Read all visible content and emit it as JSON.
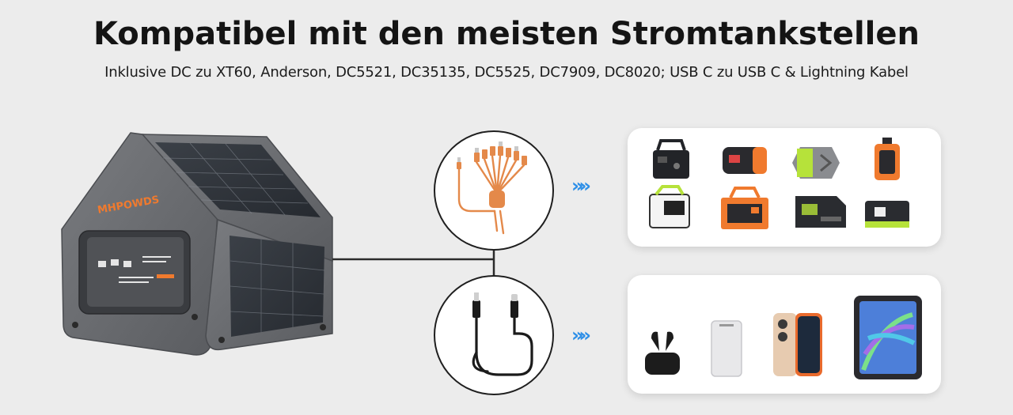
{
  "headline": "Kompatibel mit den meisten Stromtankstellen",
  "subline": "Inklusive DC zu XT60, Anderson, DC5521, DC35135, DC5525, DC7909, DC8020; USB C zu USB C & Lightning Kabel",
  "panel": {
    "brand": "MHPOWDS",
    "icon": "foldable-solar-panel"
  },
  "cables": [
    {
      "icon": "multi-connector-dc-cable-icon"
    },
    {
      "icon": "usb-c-lightning-cable-icon"
    }
  ],
  "arrows": {
    "icon": "chevron-right-icon",
    "glyph": "»»"
  },
  "device_groups": [
    {
      "kind": "power-stations",
      "items": [
        {
          "icon": "portable-power-station-black"
        },
        {
          "icon": "portable-power-station-orange-black"
        },
        {
          "icon": "portable-power-station-green-grey"
        },
        {
          "icon": "portable-power-station-orange-vertical"
        },
        {
          "icon": "portable-power-station-green-white"
        },
        {
          "icon": "portable-power-station-orange-handle"
        },
        {
          "icon": "portable-power-station-black-green"
        },
        {
          "icon": "portable-power-station-green-black"
        }
      ]
    },
    {
      "kind": "small-devices",
      "items": [
        {
          "icon": "wireless-earbuds-icon"
        },
        {
          "icon": "power-bank-icon"
        },
        {
          "icon": "smartphone-icon"
        },
        {
          "icon": "tablet-icon"
        }
      ]
    }
  ],
  "colors": {
    "background": "#ececec",
    "panel_fabric": "#6b6d70",
    "cell": "#2f343a",
    "orange": "#f07a2e",
    "green": "#b6e23a",
    "arrow_blue": "#2d8fe8"
  }
}
